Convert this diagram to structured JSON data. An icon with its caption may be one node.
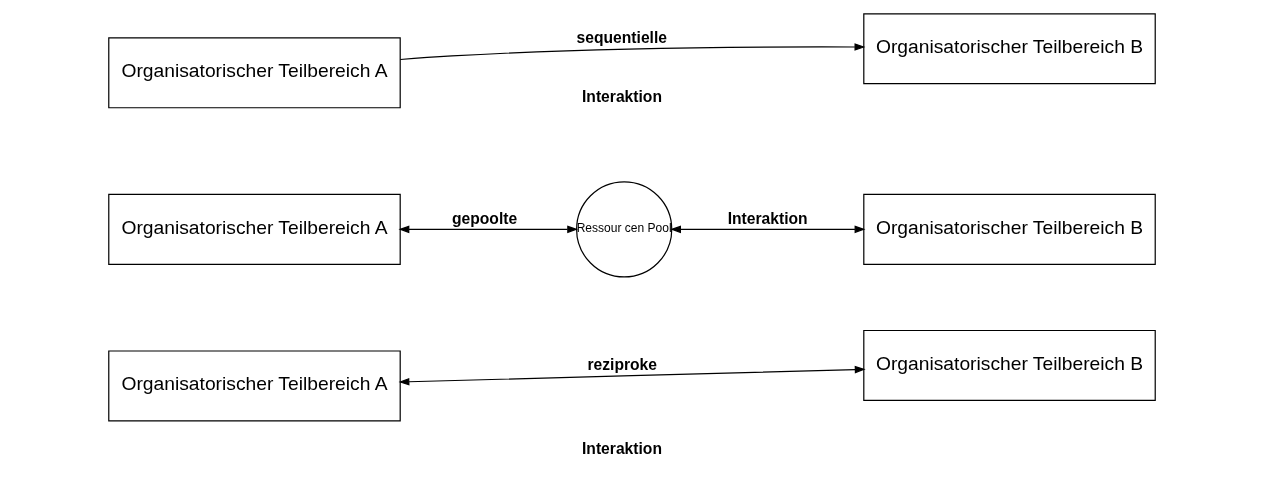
{
  "diagram": {
    "nodes": [
      {
        "text": [
          "Organisatorischer Teilbereich A"
        ]
      },
      {
        "text": [
          "Organisatorischer Teilbereich B"
        ]
      },
      {
        "text": [
          "Organisatorischer Teilbereich A"
        ]
      },
      {
        "text": [
          "Ressour cen Pool"
        ]
      },
      {
        "text": [
          "Organisatorischer Teilbereich B"
        ]
      },
      {
        "text": [
          "Organisatorischer Teilbereich A"
        ]
      },
      {
        "text": [
          "Organisatorischer Teilbereich B"
        ]
      }
    ],
    "edges": [
      {
        "from": 0,
        "to": 1,
        "arrow": "to",
        "label": "sequentielle"
      },
      {
        "from": 2,
        "to": 3,
        "arrow": "both",
        "label": "gepoolte"
      },
      {
        "from": 3,
        "to": 4,
        "arrow": "both",
        "label": "Interaktion"
      },
      {
        "from": 5,
        "to": 6,
        "arrow": "both",
        "label": "reziproke"
      }
    ],
    "labels": [
      "Interaktion",
      "Interaktion"
    ]
  }
}
